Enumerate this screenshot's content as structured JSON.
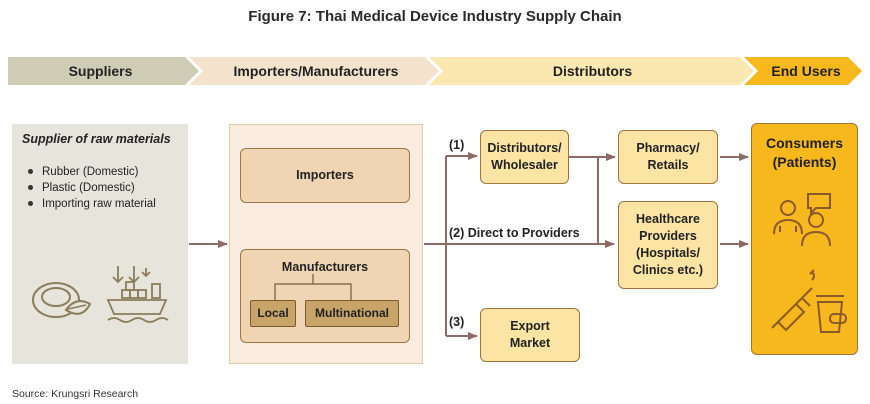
{
  "title": "Figure 7: Thai Medical Device Industry Supply Chain",
  "stages": [
    "Suppliers",
    "Importers/Manufacturers",
    "Distributors",
    "End Users"
  ],
  "suppliers": {
    "heading": "Supplier of raw materials",
    "items": [
      "Rubber (Domestic)",
      "Plastic (Domestic)",
      "Importing raw material"
    ],
    "icons": [
      "rubber-ring-icon",
      "cargo-ship-icon"
    ]
  },
  "importers_manufacturers": {
    "importers": "Importers",
    "manufacturers": "Manufacturers",
    "local": "Local",
    "multinational": "Multinational"
  },
  "channels": {
    "ch1": "(1)",
    "ch2": "(2) Direct to Providers",
    "ch3": "(3)"
  },
  "distributors": {
    "wholesaler": [
      "Distributors/",
      "Wholesaler"
    ],
    "export": [
      "Export",
      "Market"
    ],
    "pharmacy": [
      "Pharmacy/",
      "Retails"
    ],
    "healthcare": [
      "Healthcare",
      "Providers",
      "(Hospitals/",
      "Clinics etc.)"
    ]
  },
  "end_users": {
    "title": [
      "Consumers",
      "(Patients)"
    ],
    "icons": [
      "patients-icon",
      "syringe-medicine-icon"
    ]
  },
  "source": "Source: Krungsri Research",
  "colors": {
    "band1": "#cfccb5",
    "band2": "#f3e3cc",
    "band3": "#fbe7b0",
    "band4": "#f7b81e",
    "supplier_panel": "#e7e4dc",
    "manufacturer_panel": "#f9ecde",
    "box_yellow": "#fbe4a4",
    "box_tan": "#f0d5b4",
    "consumer": "#f7b81e",
    "arrow": "#8d6a66"
  }
}
